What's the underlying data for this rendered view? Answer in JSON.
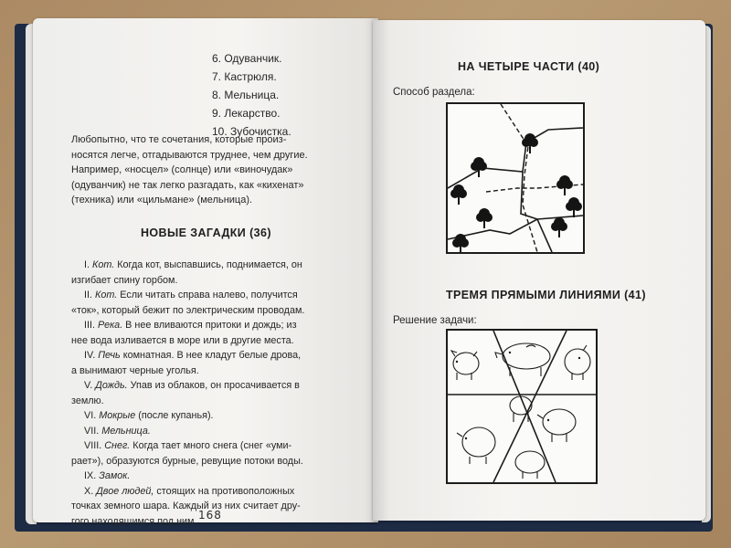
{
  "left_page": {
    "list": [
      "6. Одуванчик.",
      "7. Кастрюля.",
      "8. Мельница.",
      "9. Лекарство.",
      "10. Зубочистка."
    ],
    "paragraph": [
      "Любопытно, что те сочетания, которые произ-",
      "носятся легче, отгадываются труднее, чем другие.",
      "Например, «носцел» (солнце) или «виночудак»",
      "(одуванчик) не так легко разгадать, как «кихенат»",
      "(техника) или «цильмане» (мельница)."
    ],
    "heading": "НОВЫЕ ЗАГАДКИ (36)",
    "riddles": [
      {
        "num": "I. ",
        "em": "Кот.",
        "text": " Когда кот, выспавшись, поднимается, он"
      },
      {
        "num": "",
        "em": "",
        "text": "изгибает спину горбом."
      },
      {
        "num": "II. ",
        "em": "Кот.",
        "text": " Если читать справа налево, получится"
      },
      {
        "num": "",
        "em": "",
        "text": "«ток», который бежит по электрическим проводам."
      },
      {
        "num": "III. ",
        "em": "Река.",
        "text": " В нее вливаются притоки и дождь; из"
      },
      {
        "num": "",
        "em": "",
        "text": "нее вода изливается в море или в другие места."
      },
      {
        "num": "IV. ",
        "em": "Печь",
        "text": " комнатная. В нее кладут белые дрова,"
      },
      {
        "num": "",
        "em": "",
        "text": "а вынимают черные уголья."
      },
      {
        "num": "V. ",
        "em": "Дождь.",
        "text": " Упав из облаков, он просачивается в"
      },
      {
        "num": "",
        "em": "",
        "text": "землю."
      },
      {
        "num": "VI. ",
        "em": "Мокрые",
        "text": " (после купанья)."
      },
      {
        "num": "VII. ",
        "em": "Мельница.",
        "text": ""
      },
      {
        "num": "VIII. ",
        "em": "Снег.",
        "text": " Когда тает много снега (снег «уми-"
      },
      {
        "num": "",
        "em": "",
        "text": "рает»), образуются бурные, ревущие потоки воды."
      },
      {
        "num": "IX. ",
        "em": "Замок.",
        "text": ""
      },
      {
        "num": "X. ",
        "em": "Двое людей,",
        "text": " стоящих на противоположных"
      },
      {
        "num": "",
        "em": "",
        "text": "точках земного шара. Каждый из них считает дру-"
      },
      {
        "num": "",
        "em": "",
        "text": "гого находящимся под ним."
      }
    ],
    "page_number": "168"
  },
  "right_page": {
    "heading1": "НА ЧЕТЫРЕ ЧАСТИ (40)",
    "caption1": "Способ раздела:",
    "heading2": "ТРЕМЯ ПРЯМЫМИ ЛИНИЯМИ (41)",
    "caption2": "Решение задачи:"
  },
  "colors": {
    "table": "#ab8a64",
    "cover": "#1d2b44",
    "paper": "#f4f3f0",
    "ink": "#262626"
  }
}
